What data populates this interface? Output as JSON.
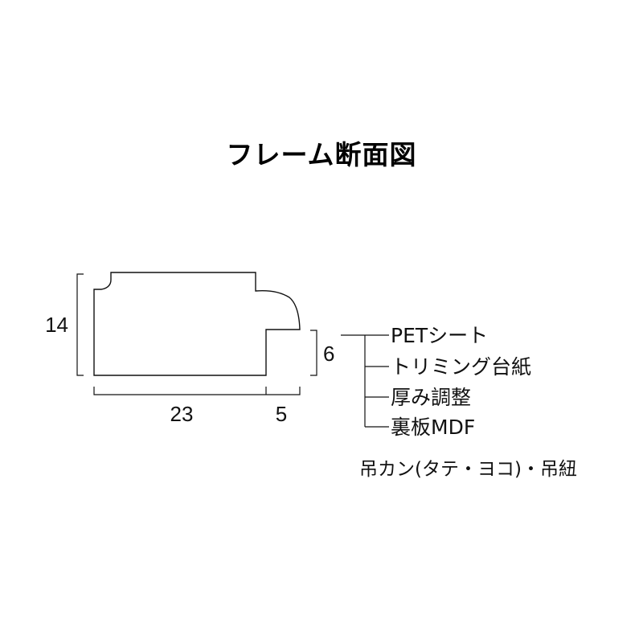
{
  "title": "フレーム断面図",
  "dimensions": {
    "height": "14",
    "width": "23",
    "rebate_width": "5",
    "rebate_depth": "6"
  },
  "layers": [
    "PETシート",
    "トリミング台紙",
    "厚み調整",
    "裏板MDF"
  ],
  "note": "吊カン(タテ・ヨコ)・吊紐",
  "colors": {
    "line": "#111111",
    "background": "#ffffff"
  }
}
